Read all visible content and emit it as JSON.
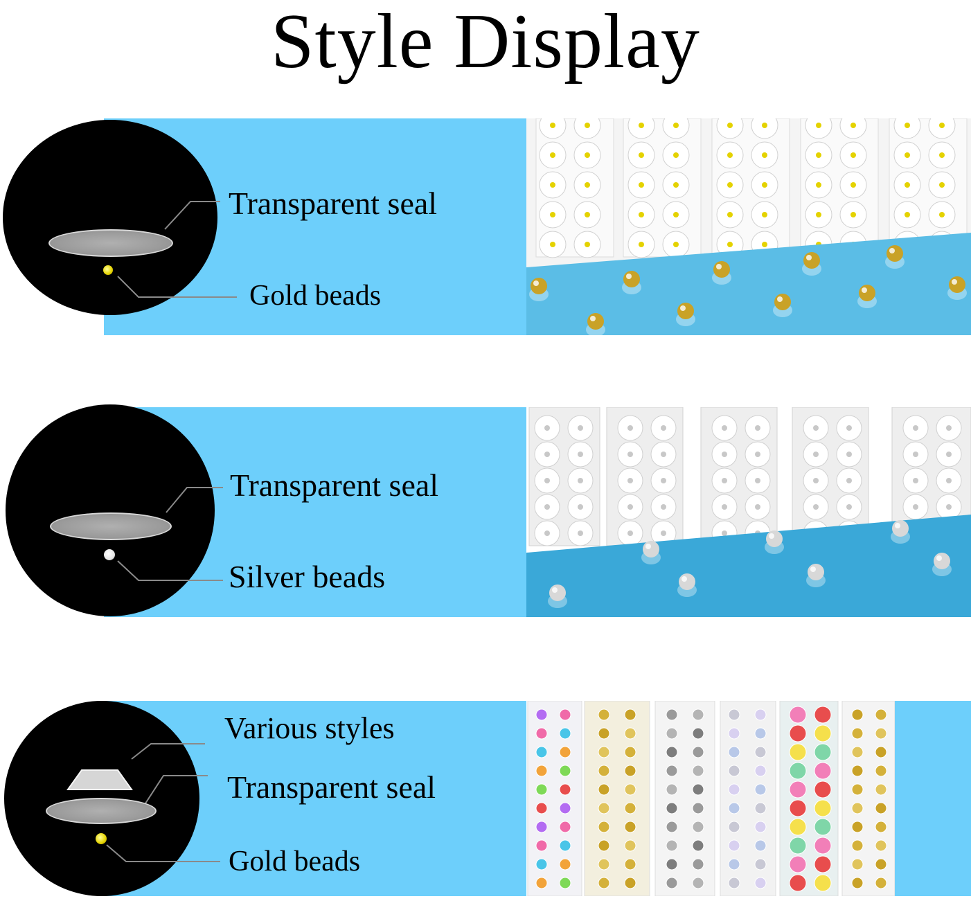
{
  "title": "Style Display",
  "sections": [
    {
      "labels": [
        "Transparent seal",
        "Gold beads"
      ],
      "bead": "gold",
      "photo": "gold-bead-sheets-photo"
    },
    {
      "labels": [
        "Transparent seal",
        "Silver beads"
      ],
      "bead": "silver",
      "photo": "silver-bead-sheets-photo"
    },
    {
      "labels": [
        "Various styles",
        "Transparent seal",
        "Gold beads"
      ],
      "bead": "gold",
      "photo": "assorted-style-sheets-photo"
    }
  ],
  "colors": {
    "band": "#6dcffb",
    "circle": "#000000",
    "gold": "#e4d200",
    "silver": "#e6e6e6"
  }
}
